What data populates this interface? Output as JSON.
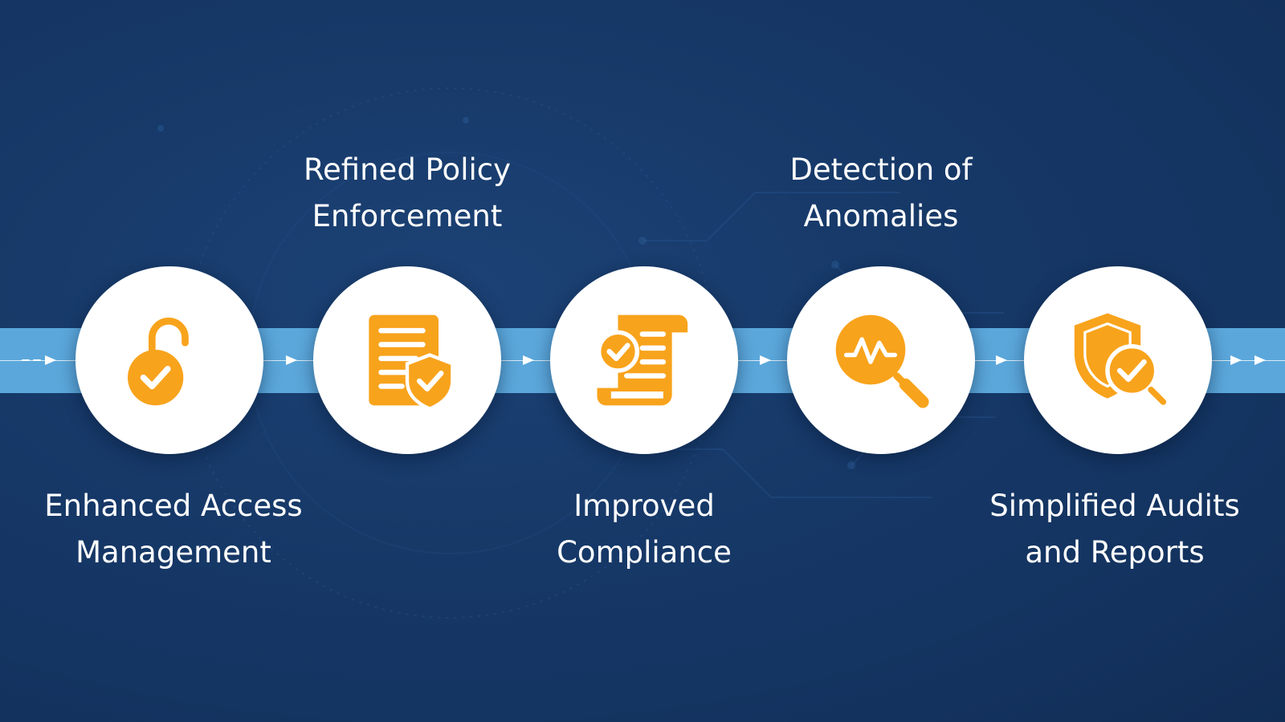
{
  "colors": {
    "background": "#173a6a",
    "band": "#5ba7db",
    "circle": "#ffffff",
    "icon_accent": "#f8a31c",
    "text": "#ffffff"
  },
  "steps": [
    {
      "icon": "unlocked-padlock-check-icon",
      "label_lines": [
        "Enhanced Access",
        "Management"
      ],
      "label_position": "below"
    },
    {
      "icon": "document-shield-check-icon",
      "label_lines": [
        "Refined Policy",
        "Enforcement"
      ],
      "label_position": "above"
    },
    {
      "icon": "scroll-checklist-icon",
      "label_lines": [
        "Improved",
        "Compliance"
      ],
      "label_position": "below"
    },
    {
      "icon": "anomaly-magnifier-icon",
      "label_lines": [
        "Detection of",
        "Anomalies"
      ],
      "label_position": "above"
    },
    {
      "icon": "shield-magnifier-check-icon",
      "label_lines": [
        "Simplified Audits",
        "and Reports"
      ],
      "label_position": "below"
    }
  ]
}
